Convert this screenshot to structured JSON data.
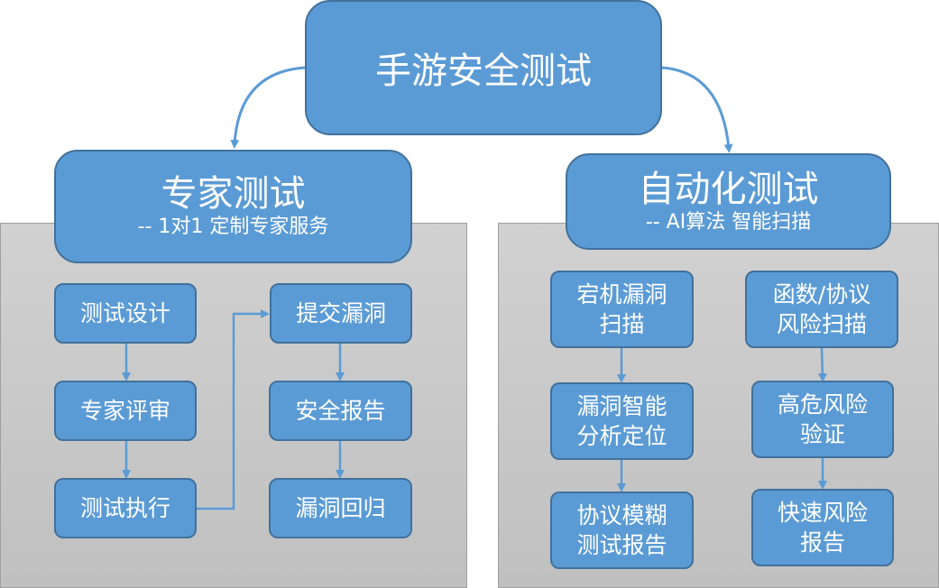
{
  "root": {
    "title": "手游安全测试"
  },
  "expert": {
    "title": "专家测试",
    "subtitle": "-- 1对1 定制专家服务",
    "steps_col1": [
      "测试设计",
      "专家评审",
      "测试执行"
    ],
    "steps_col2": [
      "提交漏洞",
      "安全报告",
      "漏洞回归"
    ]
  },
  "auto": {
    "title": "自动化测试",
    "subtitle": "-- AI算法 智能扫描",
    "steps_col1": [
      "宕机漏洞\n扫描",
      "漏洞智能\n分析定位",
      "协议模糊\n测试报告"
    ],
    "steps_col2": [
      "函数/协议\n风险扫描",
      "高危风险\n验证",
      "快速风险\n报告"
    ]
  },
  "colors": {
    "node_fill": "#5b9bd5",
    "node_border": "#41719c",
    "panel": "#c8c8c8",
    "arrow": "#5b9bd5"
  }
}
